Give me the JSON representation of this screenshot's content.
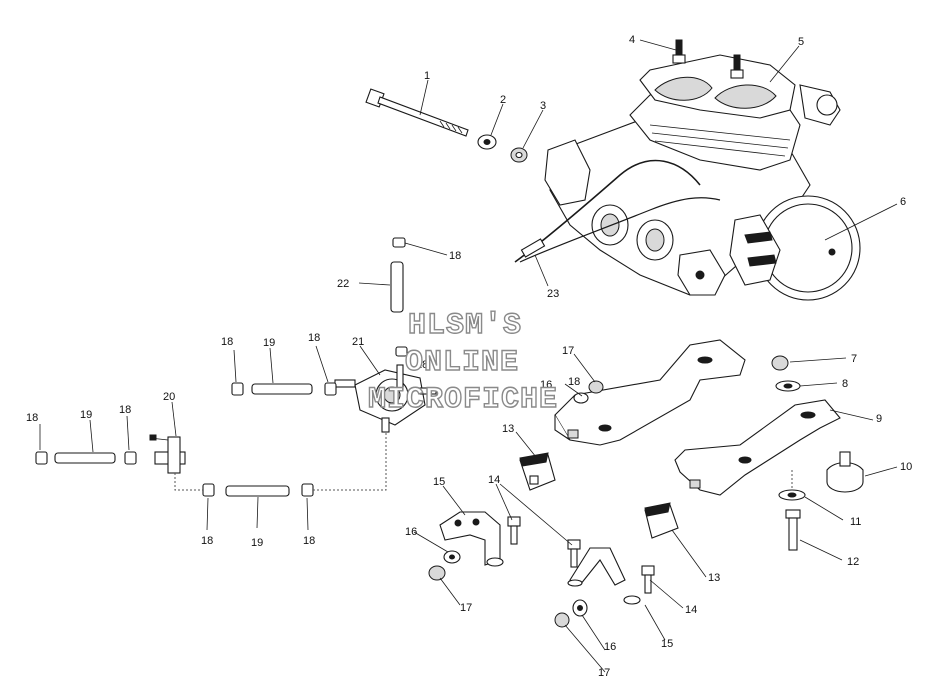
{
  "watermark": {
    "line1": "HLSM'S",
    "line2": "ONLINE",
    "line3": "MICROFICHE"
  },
  "callouts": [
    {
      "id": "c1",
      "text": "1"
    },
    {
      "id": "c2",
      "text": "2"
    },
    {
      "id": "c3",
      "text": "3"
    },
    {
      "id": "c4",
      "text": "4"
    },
    {
      "id": "c5",
      "text": "5"
    },
    {
      "id": "c6",
      "text": "6"
    },
    {
      "id": "c7",
      "text": "7"
    },
    {
      "id": "c8",
      "text": "8"
    },
    {
      "id": "c9",
      "text": "9"
    },
    {
      "id": "c10",
      "text": "10"
    },
    {
      "id": "c11",
      "text": "11"
    },
    {
      "id": "c12",
      "text": "12"
    },
    {
      "id": "c13a",
      "text": "13"
    },
    {
      "id": "c13b",
      "text": "13"
    },
    {
      "id": "c14a",
      "text": "14"
    },
    {
      "id": "c14b",
      "text": "14"
    },
    {
      "id": "c15a",
      "text": "15"
    },
    {
      "id": "c15b",
      "text": "15"
    },
    {
      "id": "c16a",
      "text": "16"
    },
    {
      "id": "c16b",
      "text": "16"
    },
    {
      "id": "c16c",
      "text": "16"
    },
    {
      "id": "c17a",
      "text": "17"
    },
    {
      "id": "c17b",
      "text": "17"
    },
    {
      "id": "c17c",
      "text": "17"
    },
    {
      "id": "c18a",
      "text": "18"
    },
    {
      "id": "c18b",
      "text": "18"
    },
    {
      "id": "c18c",
      "text": "18"
    },
    {
      "id": "c18d",
      "text": "18"
    },
    {
      "id": "c18e",
      "text": "18"
    },
    {
      "id": "c18f",
      "text": "18"
    },
    {
      "id": "c18g",
      "text": "18"
    },
    {
      "id": "c18h",
      "text": "18"
    },
    {
      "id": "c18i",
      "text": "18"
    },
    {
      "id": "c19a",
      "text": "19"
    },
    {
      "id": "c19b",
      "text": "19"
    },
    {
      "id": "c19c",
      "text": "19"
    },
    {
      "id": "c20",
      "text": "20"
    },
    {
      "id": "c21",
      "text": "21"
    },
    {
      "id": "c22",
      "text": "22"
    },
    {
      "id": "c23",
      "text": "23"
    }
  ]
}
